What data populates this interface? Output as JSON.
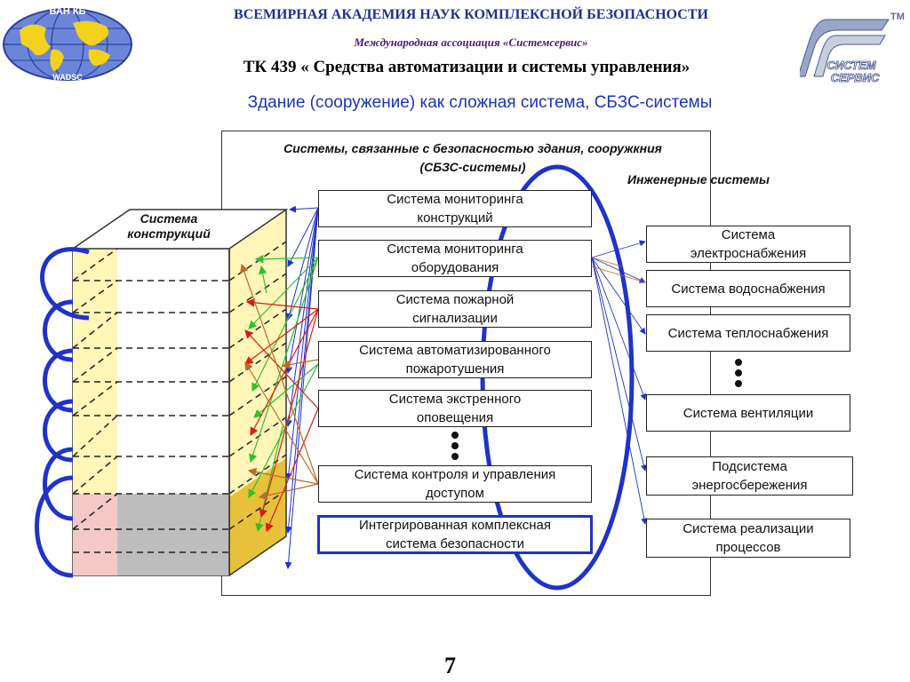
{
  "header": {
    "academy": "ВСЕМИРНАЯ АКАДЕМИЯ НАУК КОМПЛЕКСНОЙ БЕЗОПАСНОСТИ",
    "association": "Международная ассоциация «Системсервис»",
    "committee": "ТК 439 « Средства автоматизации и системы управления»",
    "subtitle": "Здание (сооружение) как сложная система, СБЗС-системы"
  },
  "logo_left": {
    "top_text": "ВАН КБ",
    "bottom_text": "WADSC",
    "icon": "globe-logo-icon"
  },
  "logo_right": {
    "line1": "СИСТЕМ",
    "line2": "СЕРВИС",
    "tm": "TM",
    "icon": "systemservice-logo-icon"
  },
  "sbzs": {
    "title_line1": "Системы, связанные с безопасностью здания, сооружкния",
    "title_line2": "(СБЗС-системы)",
    "items": [
      {
        "line1": "Система мониторинга",
        "line2": "конструкций"
      },
      {
        "line1": "Система мониторинга",
        "line2": "оборудования"
      },
      {
        "line1": "Система пожарной",
        "line2": "сигнализации"
      },
      {
        "line1": "Система автоматизированного",
        "line2": "пожаротушения"
      },
      {
        "line1": "Система экстренного",
        "line2": "оповещения"
      },
      {
        "line1": "Система контроля и управления",
        "line2": "доступом"
      },
      {
        "line1": "Интегрированная комплексная",
        "line2": "система безопасности"
      }
    ]
  },
  "engineering": {
    "title": "Инженерные системы",
    "items": [
      {
        "line1": "Система",
        "line2": "электроснабжения"
      },
      {
        "line1": "Система водоснабжения",
        "line2": ""
      },
      {
        "line1": "Система теплоснабжения",
        "line2": ""
      },
      {
        "line1": "Система вентиляции",
        "line2": ""
      },
      {
        "line1": "Подсистема",
        "line2": "энергосбережения"
      },
      {
        "line1": "Система реализации",
        "line2": "процессов"
      }
    ]
  },
  "structure": {
    "title_line1": "Система",
    "title_line2": "конструкций"
  },
  "page_number": "7",
  "colors": {
    "blue": "#1f33c8",
    "title_blue": "#1f2f8f",
    "subtitle_blue": "#1a35b5",
    "yellow": "#fff6b8",
    "pink": "#f5c8c8",
    "gray": "#bdbdbd"
  }
}
